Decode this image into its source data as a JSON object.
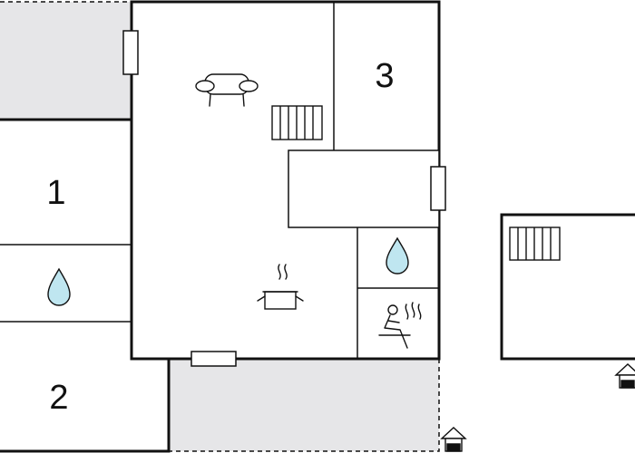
{
  "floorplan": {
    "room_labels": {
      "bedroom_1": "1",
      "bedroom_2": "2",
      "bedroom_3": "3"
    }
  },
  "colors": {
    "wall": "#111111",
    "outdoor_fill": "#e6e6e8",
    "water_drop": "#bfe6f0",
    "background": "#ffffff"
  },
  "icons": [
    "sofa-icon",
    "radiator-icon",
    "window-icon",
    "water-drop-icon",
    "cooking-pot-icon",
    "sauna-icon",
    "entrance-icon"
  ]
}
